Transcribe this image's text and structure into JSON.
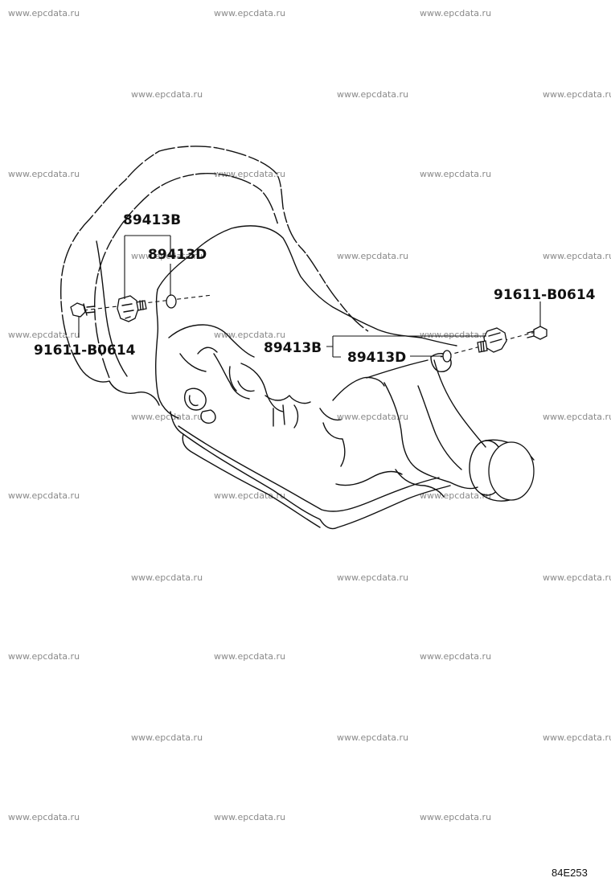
{
  "watermark": {
    "text": "www.epcdata.ru"
  },
  "callouts": {
    "left_sensor": "89413B",
    "left_oring": "89413D",
    "left_bolt": "91611-B0614",
    "right_sensor": "89413B",
    "right_oring": "89413D",
    "right_bolt": "91611-B0614"
  },
  "diagram_id": "84E253"
}
